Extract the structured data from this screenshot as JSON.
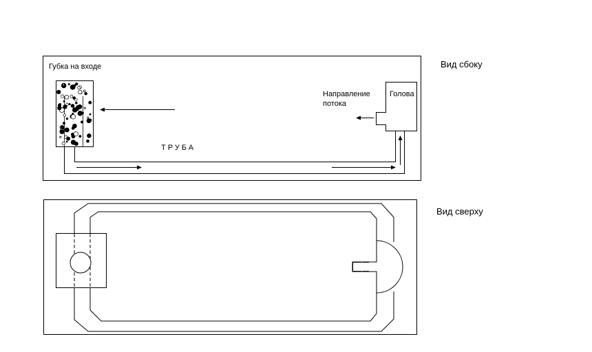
{
  "side_view": {
    "title": "Вид сбоку",
    "sponge_label": "Губка на входе",
    "pipe_label": "ТРУБА",
    "flow_label_line1": "Направление",
    "flow_label_line2": "потока",
    "head_label": "Голова"
  },
  "top_view": {
    "title": "Вид сверху"
  },
  "colors": {
    "line": "#000000",
    "background": "#ffffff"
  }
}
